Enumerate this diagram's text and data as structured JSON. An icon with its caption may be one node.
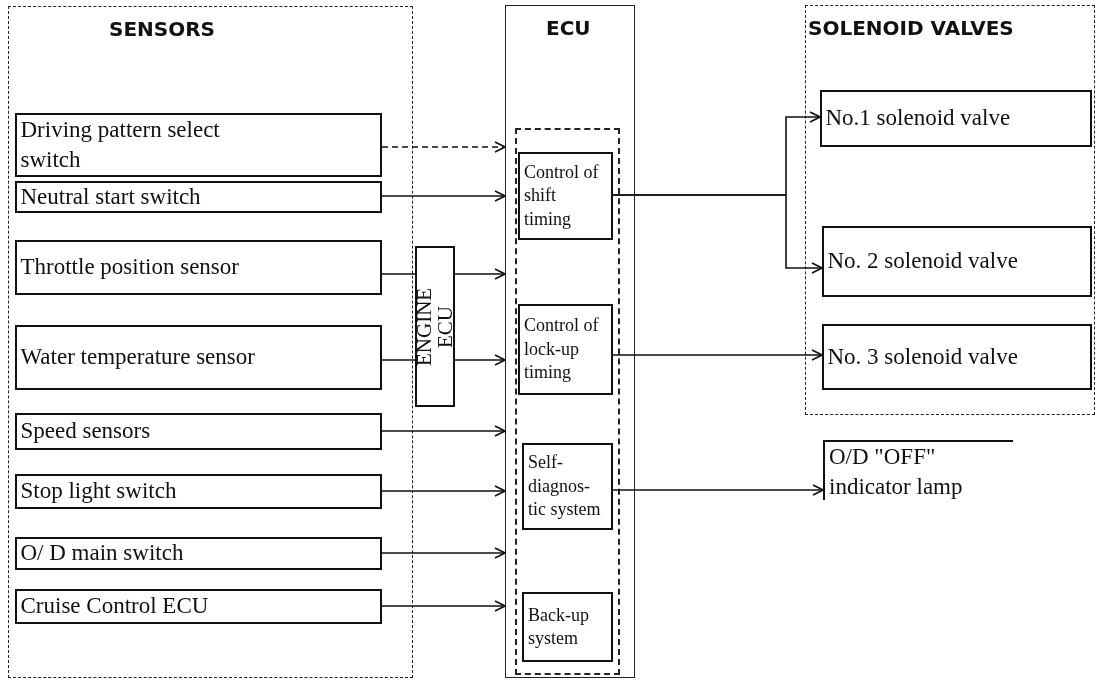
{
  "diagram": {
    "nodes": [
      {
        "text": [
          "SENSORS"
        ]
      },
      {
        "text": [
          "Driving pattern select switch"
        ],
        "in": 0
      },
      {
        "text": [
          "Neutral start switch"
        ],
        "in": 0
      },
      {
        "text": [
          "Throttle position sensor"
        ],
        "in": 0
      },
      {
        "text": [
          "Water temperature sensor"
        ],
        "in": 0
      },
      {
        "text": [
          "Speed sensors"
        ],
        "in": 0
      },
      {
        "text": [
          "Stop light switch"
        ],
        "in": 0
      },
      {
        "text": [
          "O/ D main switch"
        ],
        "in": 0
      },
      {
        "text": [
          "Cruise Control ECU"
        ],
        "in": 0
      },
      {
        "text": [
          "ENGINE ECU"
        ]
      },
      {
        "text": [
          "ECU"
        ]
      },
      {
        "text": [],
        "shape": "box",
        "in": 10
      },
      {
        "text": [
          "Control of shift timing"
        ],
        "in": 11
      },
      {
        "text": [
          "Control of lock-up timing"
        ],
        "in": 11
      },
      {
        "text": [
          "Self-diagnos- tic system"
        ],
        "in": 11
      },
      {
        "text": [
          "Back-up system"
        ],
        "in": 11
      },
      {
        "text": [
          "SOLENOID VALVES"
        ]
      },
      {
        "text": [
          "No.1 solenoid valve"
        ],
        "in": 16
      },
      {
        "text": [
          "No. 2 solenoid valve"
        ],
        "in": 16
      },
      {
        "text": [
          "No. 3 solenoid valve"
        ],
        "in": 16
      },
      {
        "text": [
          "O/D \"OFF\" indicator lamp"
        ]
      }
    ],
    "edges": [
      {
        "from": 1,
        "to": 10,
        "arrow": "to",
        "style": "dashed"
      },
      {
        "from": 2,
        "to": 10,
        "arrow": "to"
      },
      {
        "from": 3,
        "to": 9,
        "arrow": "none"
      },
      {
        "from": 4,
        "to": 9,
        "arrow": "none"
      },
      {
        "from": 9,
        "to": 10,
        "arrow": "to"
      },
      {
        "from": 9,
        "to": 10,
        "arrow": "to"
      },
      {
        "from": 5,
        "to": 10,
        "arrow": "to"
      },
      {
        "from": 6,
        "to": 10,
        "arrow": "to"
      },
      {
        "from": 7,
        "to": 10,
        "arrow": "to"
      },
      {
        "from": 8,
        "to": 10,
        "arrow": "to"
      },
      {
        "from": 12,
        "to": 17,
        "arrow": "to"
      },
      {
        "from": 12,
        "to": 18,
        "arrow": "to"
      },
      {
        "from": 13,
        "to": 19,
        "arrow": "to"
      },
      {
        "from": 14,
        "to": 20,
        "arrow": "to"
      }
    ]
  }
}
